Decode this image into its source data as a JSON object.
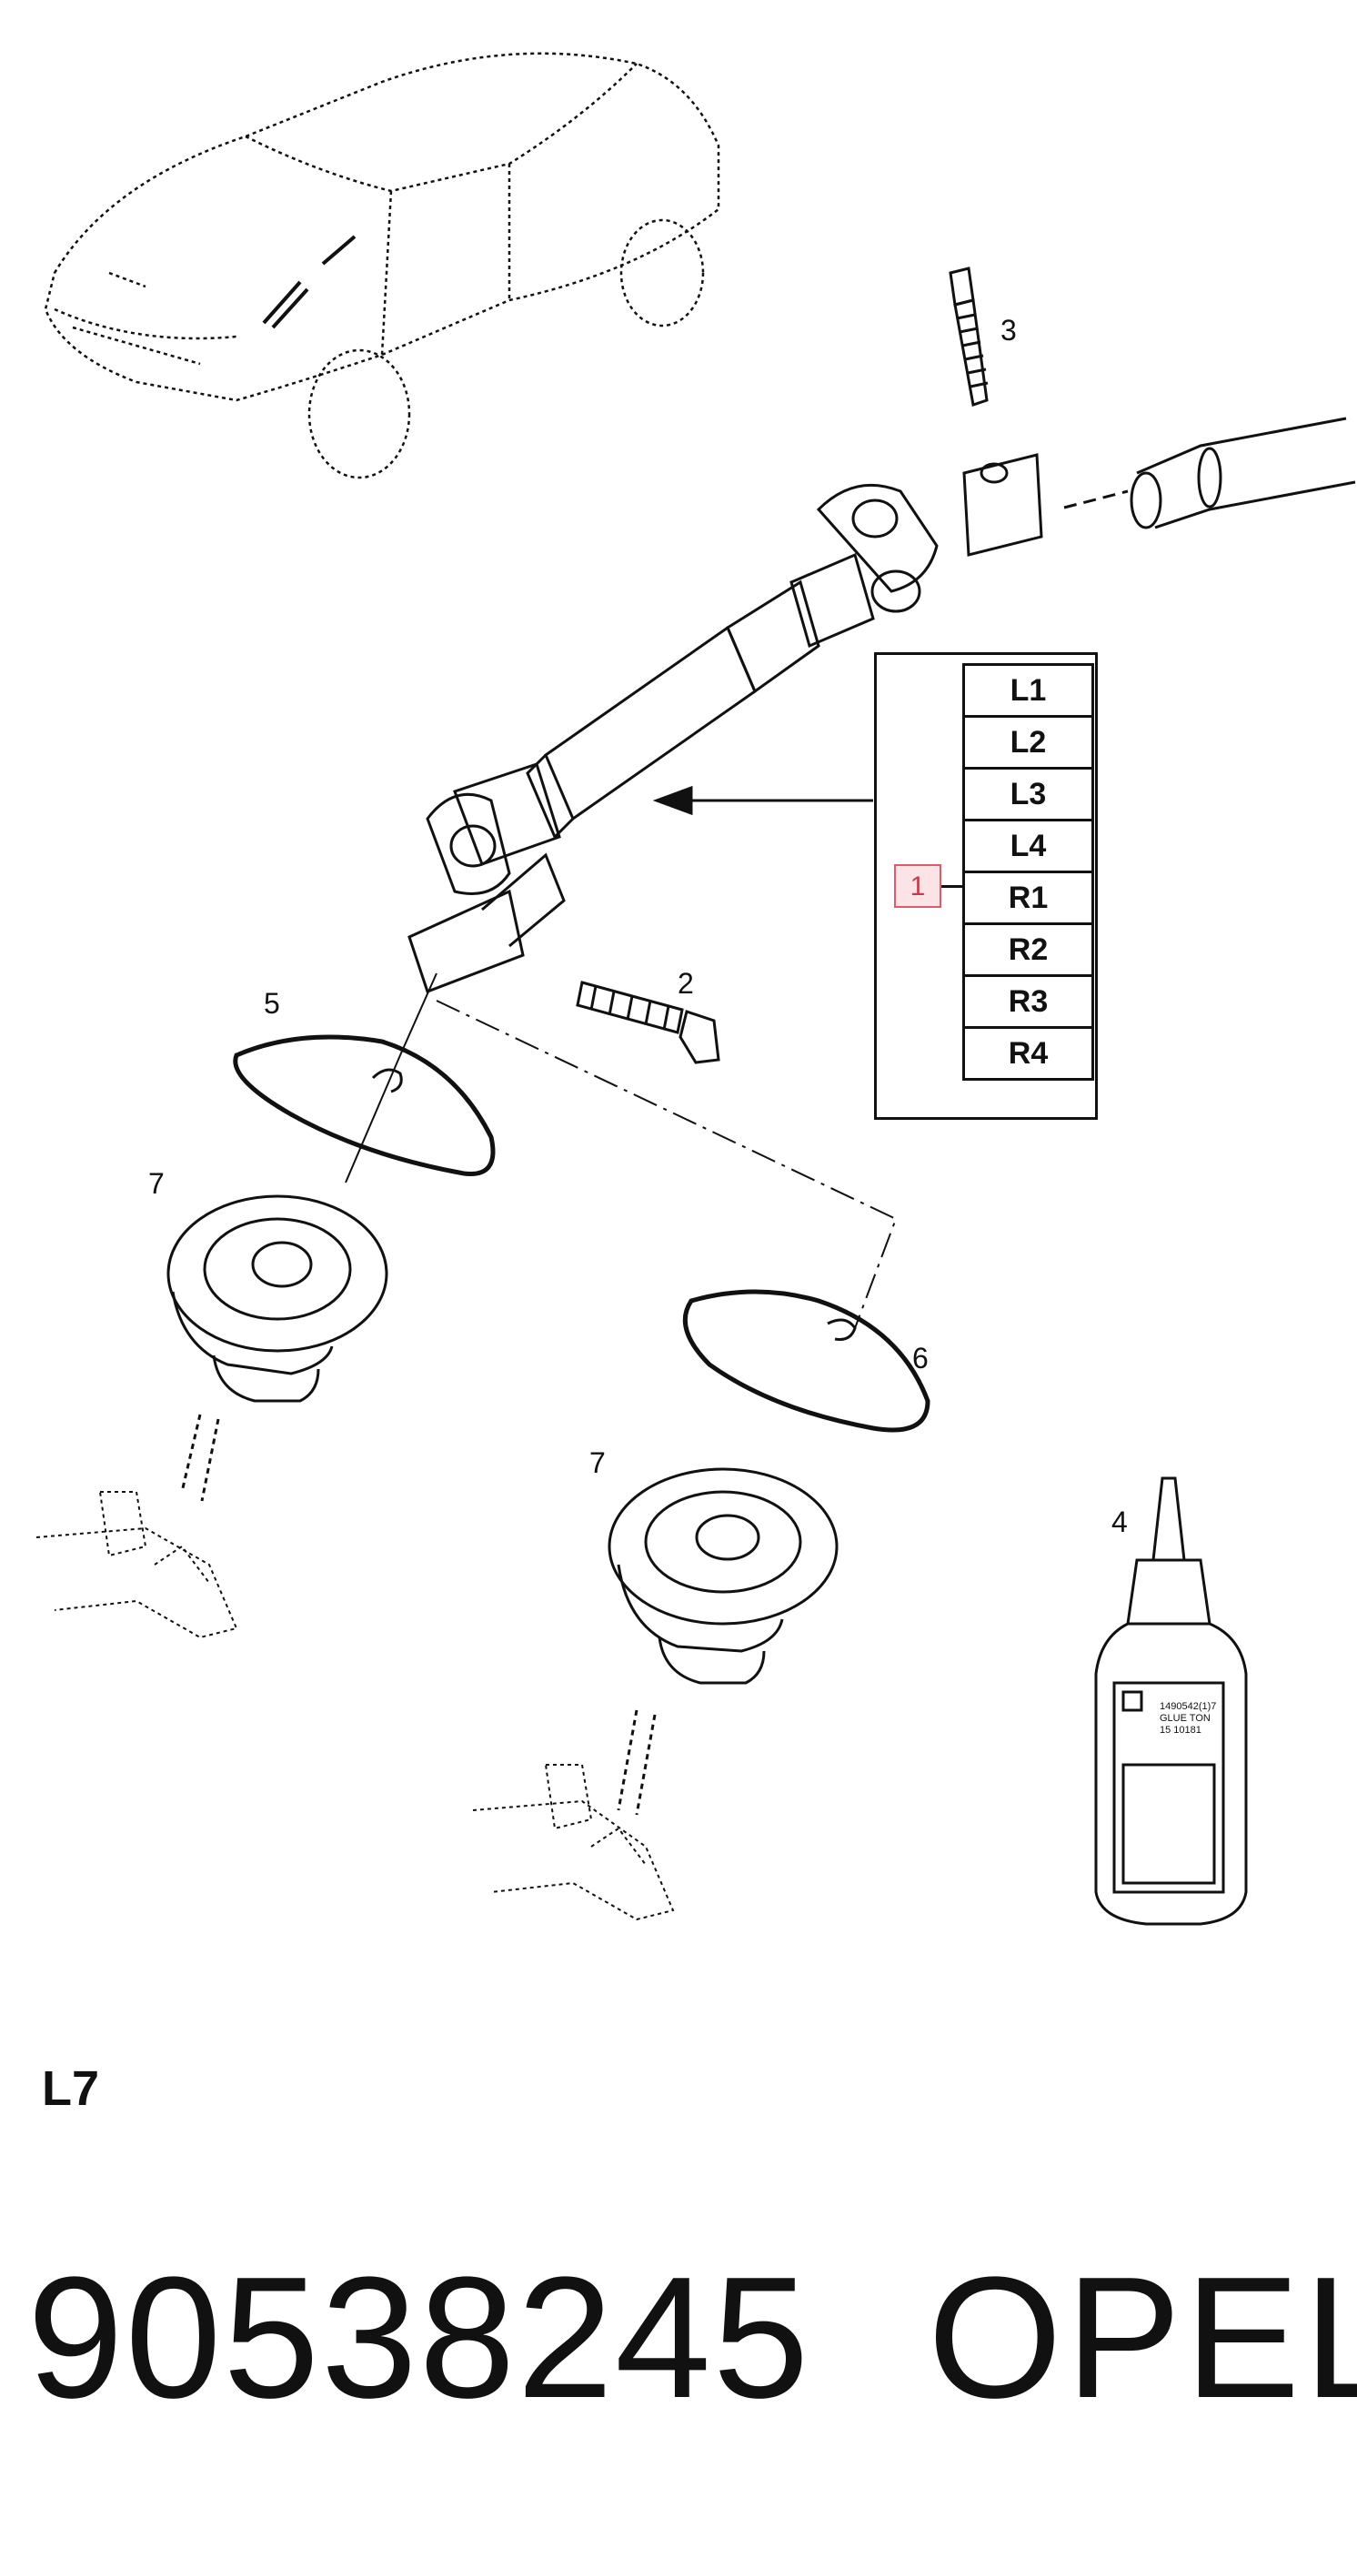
{
  "callouts": {
    "c1": "1",
    "c2": "2",
    "c3": "3",
    "c4": "4",
    "c5": "5",
    "c6": "6",
    "c7a": "7",
    "c7b": "7"
  },
  "variants": [
    "L1",
    "L2",
    "L3",
    "L4",
    "R1",
    "R2",
    "R3",
    "R4"
  ],
  "bottle_label": {
    "line1": "1490542(1)7",
    "line2": "GLUE TON",
    "line3": "15 10181"
  },
  "view_code": "L7",
  "part_number": "90538245",
  "brand": "OPEL",
  "colors": {
    "line": "#111111",
    "marker_border": "#e05a6a",
    "marker_fill": "#fbe3e6"
  }
}
